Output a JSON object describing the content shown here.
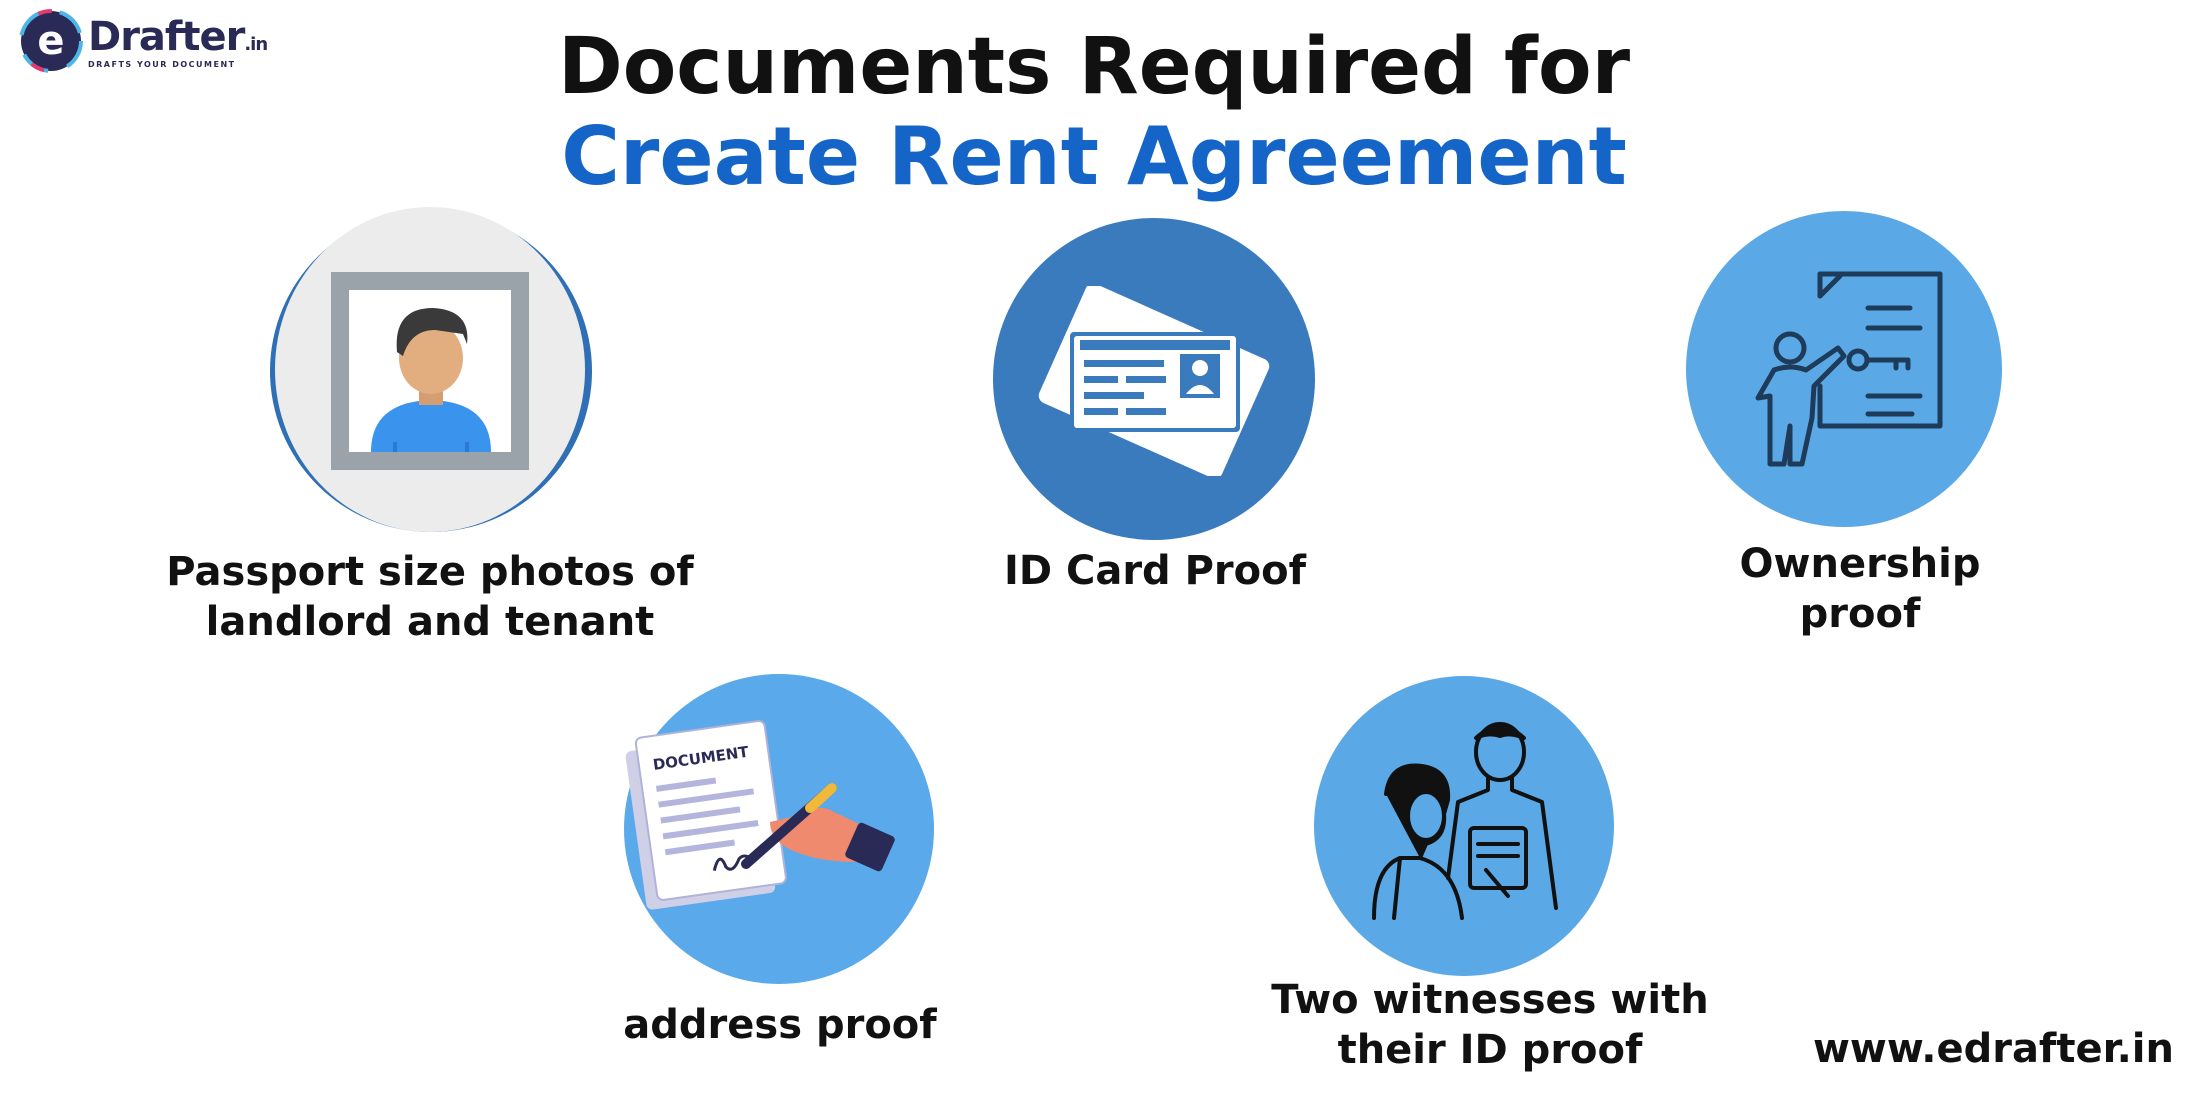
{
  "logo": {
    "brand": "Drafter",
    "suffix": ".in",
    "tagline": "DRAFTS YOUR DOCUMENT"
  },
  "title": {
    "line1": "Documents Required for",
    "line2": "Create Rent Agreement"
  },
  "items": [
    {
      "label": "Passport size photos of\nlandlord and tenant",
      "icon": "passport-photo-icon"
    },
    {
      "label": "ID Card Proof",
      "icon": "id-card-icon"
    },
    {
      "label": "Ownership\nproof",
      "icon": "ownership-document-icon"
    },
    {
      "label": "address proof",
      "icon": "signing-document-icon",
      "doc_text": "DOCUMENT"
    },
    {
      "label": "Two witnesses with\ntheir ID proof",
      "icon": "witnesses-icon"
    }
  ],
  "website": "www.edrafter.in",
  "colors": {
    "title_accent": "#1565c8",
    "circle_dark": "#2f6fb5",
    "circle_light": "#5aa9e6",
    "text": "#111111"
  }
}
